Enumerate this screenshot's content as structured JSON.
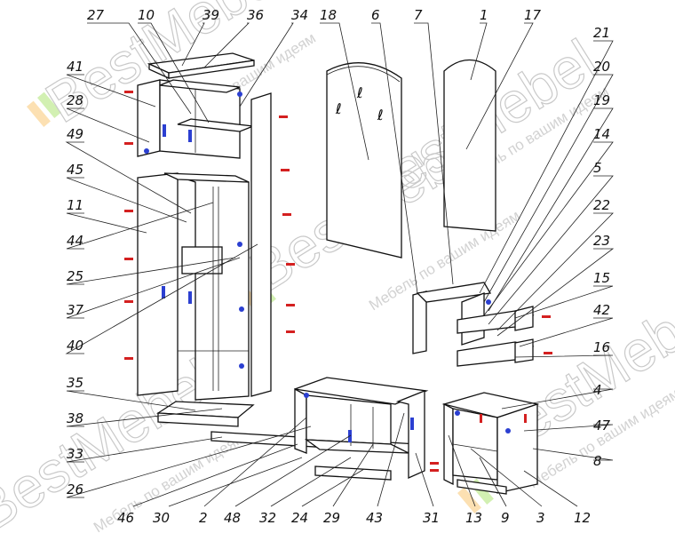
{
  "watermark": {
    "brand": "BestMebel",
    "slogan": "Мебель по вашим идеям",
    "stripe_colors": [
      "#f5a623",
      "#7ed321",
      "#ff6b6b"
    ]
  },
  "diagram": {
    "callouts": [
      {
        "id": "27"
      },
      {
        "id": "10"
      },
      {
        "id": "39"
      },
      {
        "id": "36"
      },
      {
        "id": "34"
      },
      {
        "id": "18"
      },
      {
        "id": "6"
      },
      {
        "id": "7"
      },
      {
        "id": "1"
      },
      {
        "id": "17"
      },
      {
        "id": "21"
      },
      {
        "id": "20"
      },
      {
        "id": "19"
      },
      {
        "id": "14"
      },
      {
        "id": "5"
      },
      {
        "id": "22"
      },
      {
        "id": "23"
      },
      {
        "id": "15"
      },
      {
        "id": "42"
      },
      {
        "id": "16"
      },
      {
        "id": "41"
      },
      {
        "id": "28"
      },
      {
        "id": "49"
      },
      {
        "id": "45"
      },
      {
        "id": "11"
      },
      {
        "id": "44"
      },
      {
        "id": "25"
      },
      {
        "id": "37"
      },
      {
        "id": "40"
      },
      {
        "id": "35"
      },
      {
        "id": "38"
      },
      {
        "id": "33"
      },
      {
        "id": "26"
      },
      {
        "id": "46"
      },
      {
        "id": "30"
      },
      {
        "id": "2"
      },
      {
        "id": "48"
      },
      {
        "id": "32"
      },
      {
        "id": "24"
      },
      {
        "id": "29"
      },
      {
        "id": "43"
      },
      {
        "id": "31"
      },
      {
        "id": "13"
      },
      {
        "id": "9"
      },
      {
        "id": "3"
      },
      {
        "id": "12"
      },
      {
        "id": "8"
      },
      {
        "id": "47"
      },
      {
        "id": "4"
      }
    ]
  }
}
